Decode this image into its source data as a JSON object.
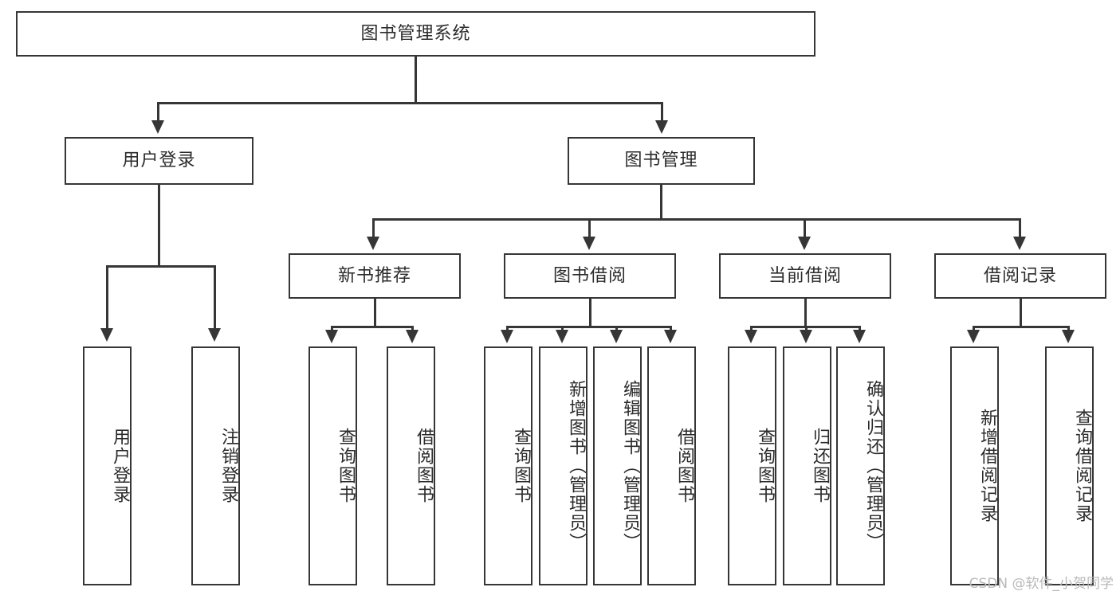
{
  "diagram": {
    "title": "图书管理系统",
    "watermark": "CSDN @软件_小贺同学",
    "root": {
      "label": "图书管理系统"
    },
    "level2": [
      {
        "label": "用户登录"
      },
      {
        "label": "图书管理"
      }
    ],
    "level3": [
      {
        "label": "新书推荐"
      },
      {
        "label": "图书借阅"
      },
      {
        "label": "当前借阅"
      },
      {
        "label": "借阅记录"
      }
    ],
    "leaves": {
      "user_login": [
        {
          "label": "用户登录"
        },
        {
          "label": "注销登录"
        }
      ],
      "new_book": [
        {
          "label": "查询图书"
        },
        {
          "label": "借阅图书"
        }
      ],
      "book_borrow": [
        {
          "label": "查询图书"
        },
        {
          "label": "新增图书（管理员）"
        },
        {
          "label": "编辑图书（管理员）"
        },
        {
          "label": "借阅图书"
        }
      ],
      "current_borrow": [
        {
          "label": "查询图书"
        },
        {
          "label": "归还图书"
        },
        {
          "label": "确认归还（管理员）"
        }
      ],
      "borrow_record": [
        {
          "label": "新增借阅记录"
        },
        {
          "label": "查询借阅记录"
        }
      ]
    }
  },
  "colors": {
    "stroke": "#363636",
    "text": "#2b2b2b",
    "background": "#ffffff",
    "watermark": "#b9b9b9"
  }
}
